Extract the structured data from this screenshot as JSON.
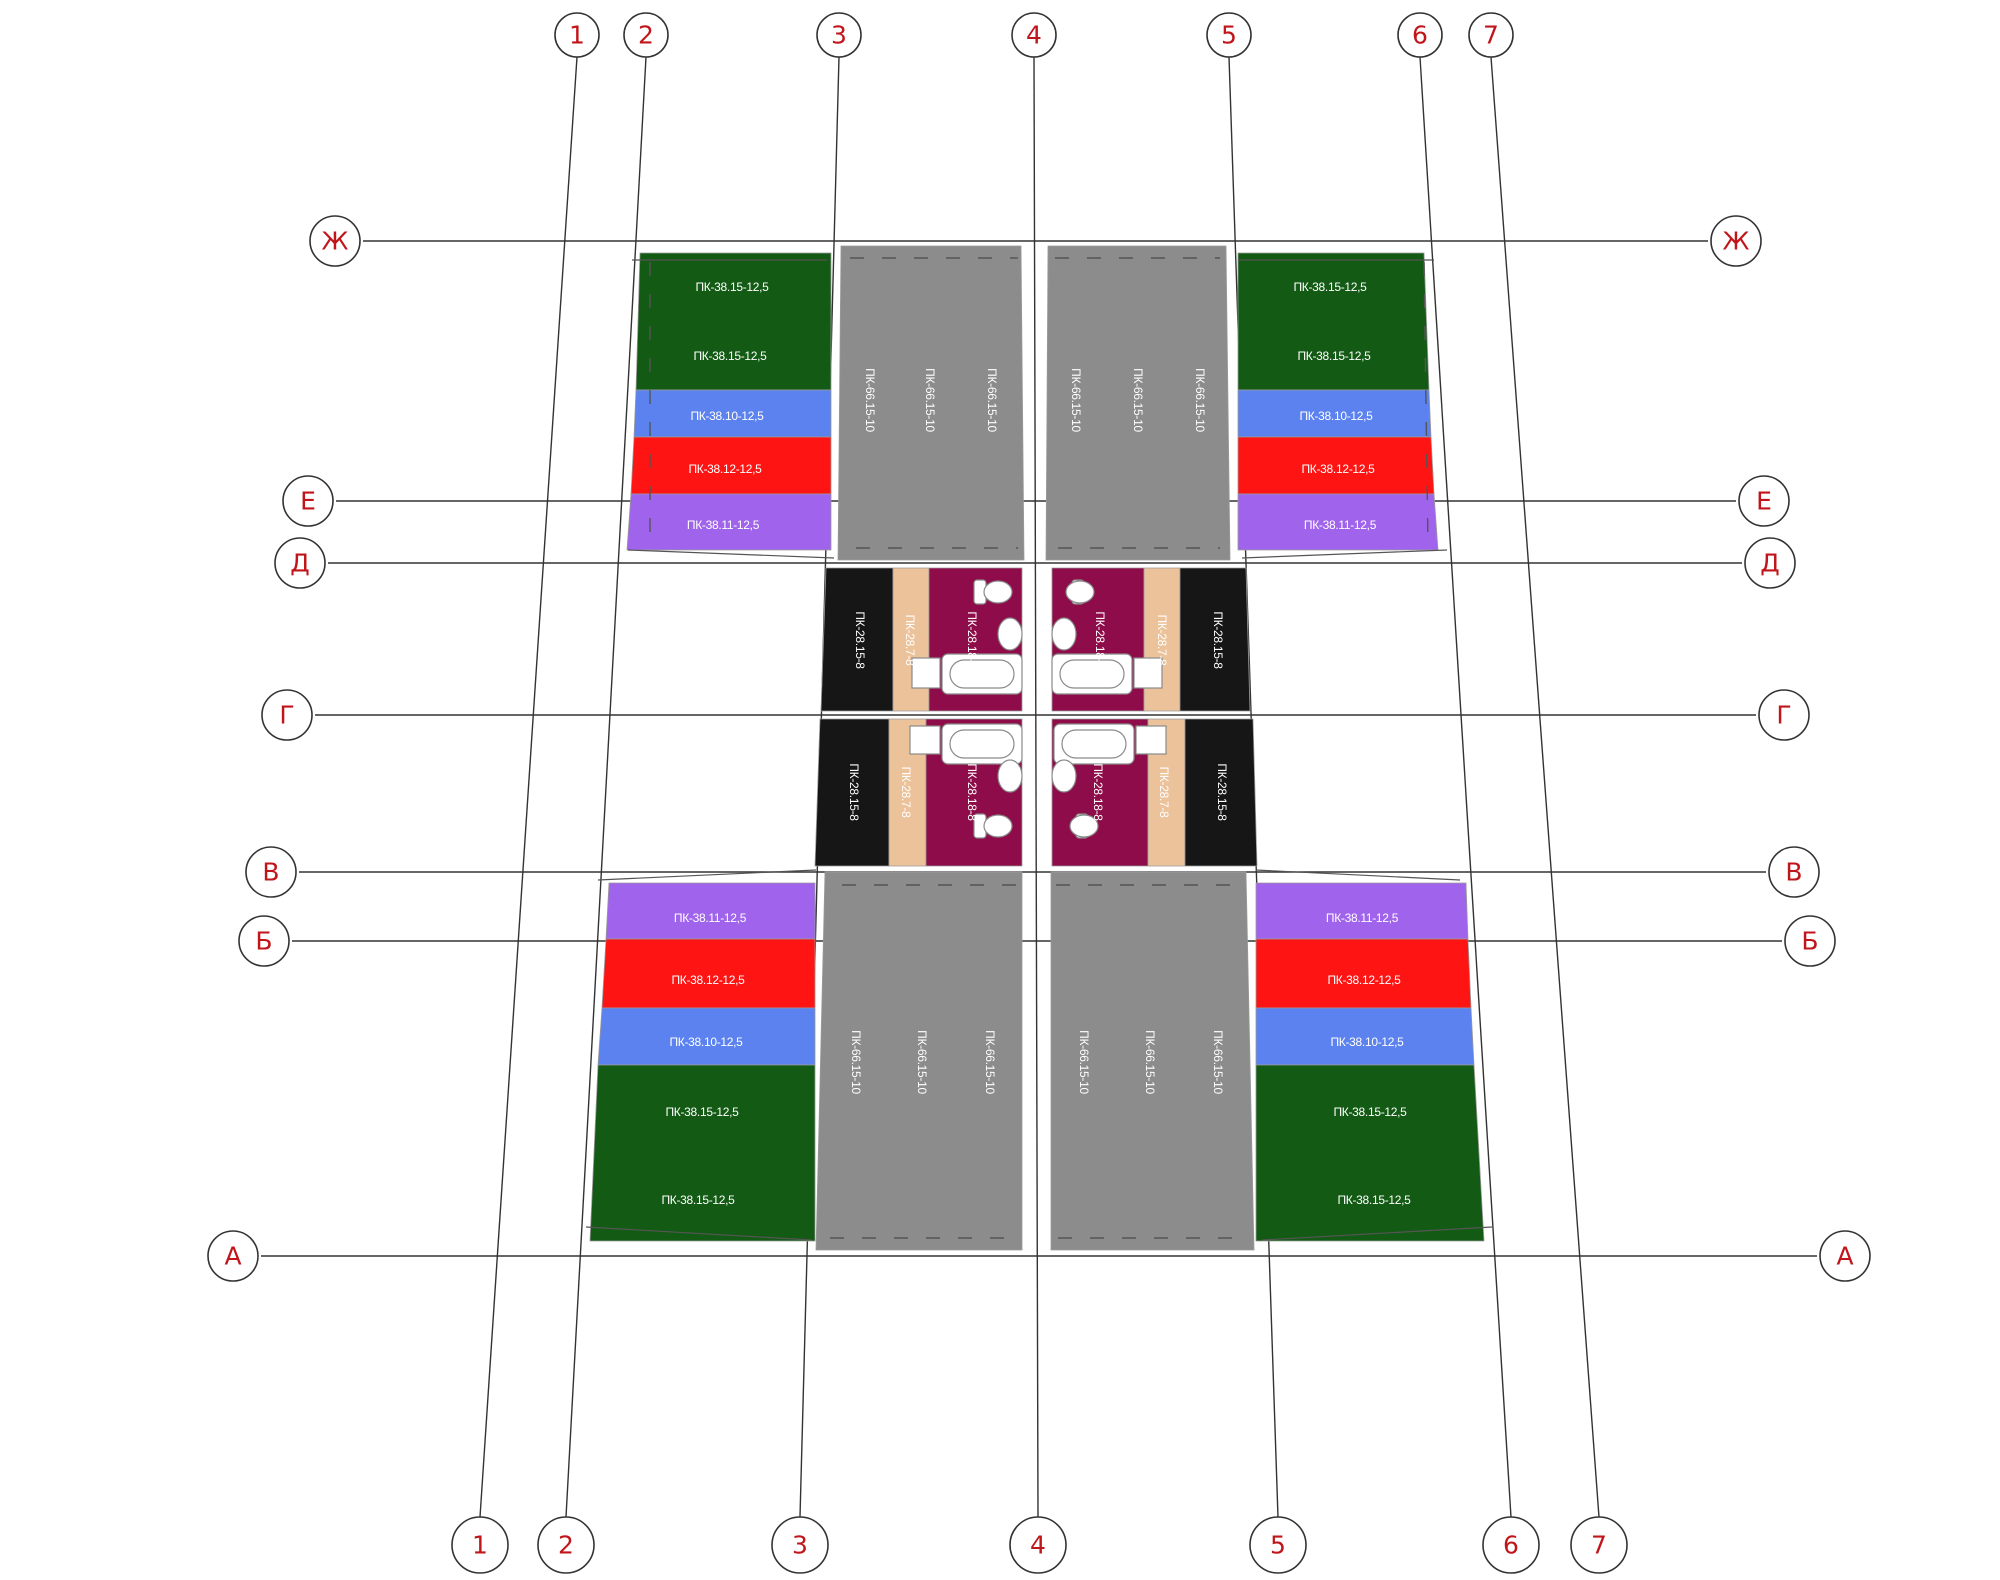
{
  "colors": {
    "green": "#135a15",
    "blue": "#5b82ee",
    "red": "#ff1414",
    "purple": "#a064ec",
    "gray": "#8c8c8c",
    "black": "#161616",
    "peach": "#ecc29a",
    "maroon": "#8e0c49",
    "bubble_text": "#c0161b"
  },
  "axes": {
    "columns": [
      "1",
      "2",
      "3",
      "4",
      "5",
      "6",
      "7"
    ],
    "rows": [
      "Ж",
      "Е",
      "Д",
      "Г",
      "В",
      "Б",
      "А"
    ]
  },
  "slab_labels": {
    "green": "ПК-38.15-12,5",
    "blue": "ПК-38.10-12,5",
    "red": "ПК-38.12-12,5",
    "purple": "ПК-38.11-12,5",
    "gray": "ПК-66.15-10",
    "black": "ПК-28.15-8",
    "peach": "ПК-28.7-8",
    "maroon": "ПК-28.18-8"
  }
}
